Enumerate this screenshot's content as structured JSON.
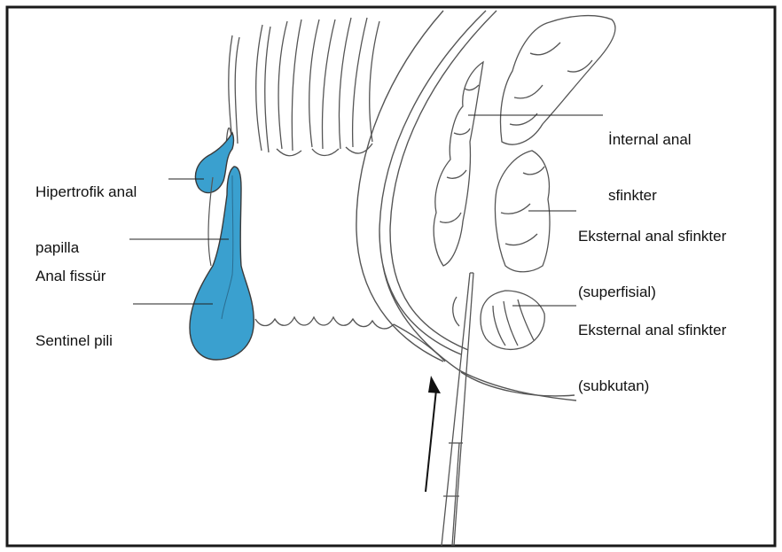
{
  "colors": {
    "frame": "#1a1a1a",
    "line": "#555555",
    "fissure_fill": "#3aa0cf",
    "fissure_stroke": "#3a3a3a",
    "text": "#111111"
  },
  "labels": {
    "papilla": {
      "line1": "Hipertrofik anal",
      "line2": "papilla"
    },
    "fissure": {
      "line1": "Anal fissür"
    },
    "sentinel": {
      "line1": "Sentinel pili"
    },
    "internal": {
      "line1": "İnternal anal",
      "line2": "sfinkter"
    },
    "external_superficial": {
      "line1": "Eksternal anal sfinkter",
      "line2": "(superfisial)"
    },
    "external_subcutaneous": {
      "line1": "Eksternal anal sfinkter",
      "line2": "(subkutan)"
    }
  }
}
